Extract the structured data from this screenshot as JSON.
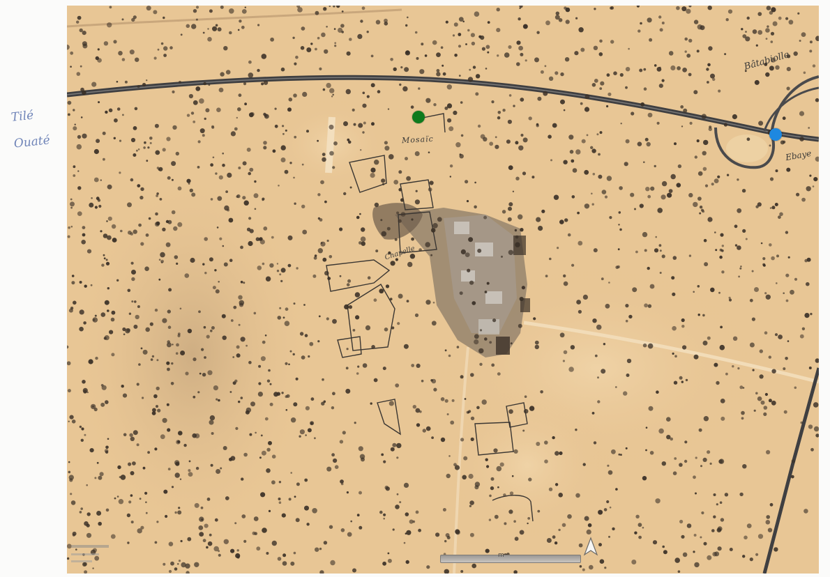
{
  "margin_note": {
    "line1": "Tilé",
    "line2": "Ouaté"
  },
  "map": {
    "labels": {
      "top_right": "Bâtabiolle",
      "right": "Ebaye",
      "road": "Mosaïc",
      "village": "Chapelle"
    },
    "markers": [
      {
        "name": "green-marker",
        "color": "#0e7a1d"
      },
      {
        "name": "blue-marker",
        "color": "#1e88e0"
      }
    ],
    "scale_text": "m",
    "colors": {
      "sand": "#e6c18f",
      "road": "#4b4b4d",
      "vegetation": "#3c3128"
    }
  }
}
